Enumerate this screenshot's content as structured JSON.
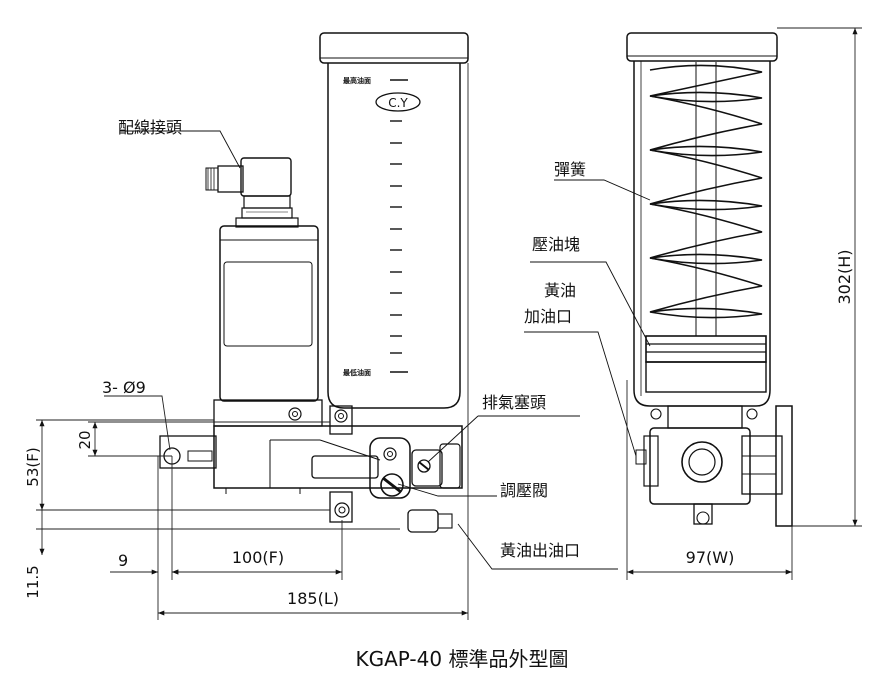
{
  "caption": "KGAP-40 標準品外型圖",
  "reservoir": {
    "brand": "C.Y",
    "max_level": "最高油面",
    "min_level": "最低油面"
  },
  "labels": {
    "connector": "配線接頭",
    "bleed_plug": "排氣塞頭",
    "regulator": "調壓閥",
    "grease_outlet": "黃油出油口",
    "spring": "彈簧",
    "pressure_block": "壓油塊",
    "grease_fill_1": "黃油",
    "grease_fill_2": "加油口"
  },
  "dimensions": {
    "holes": "3- Ø9",
    "d20": "20",
    "d53": "53(F)",
    "d11_5": "11.5",
    "d9": "9",
    "d100": "100(F)",
    "d185": "185(L)",
    "d97": "97(W)",
    "d302": "302(H)"
  }
}
